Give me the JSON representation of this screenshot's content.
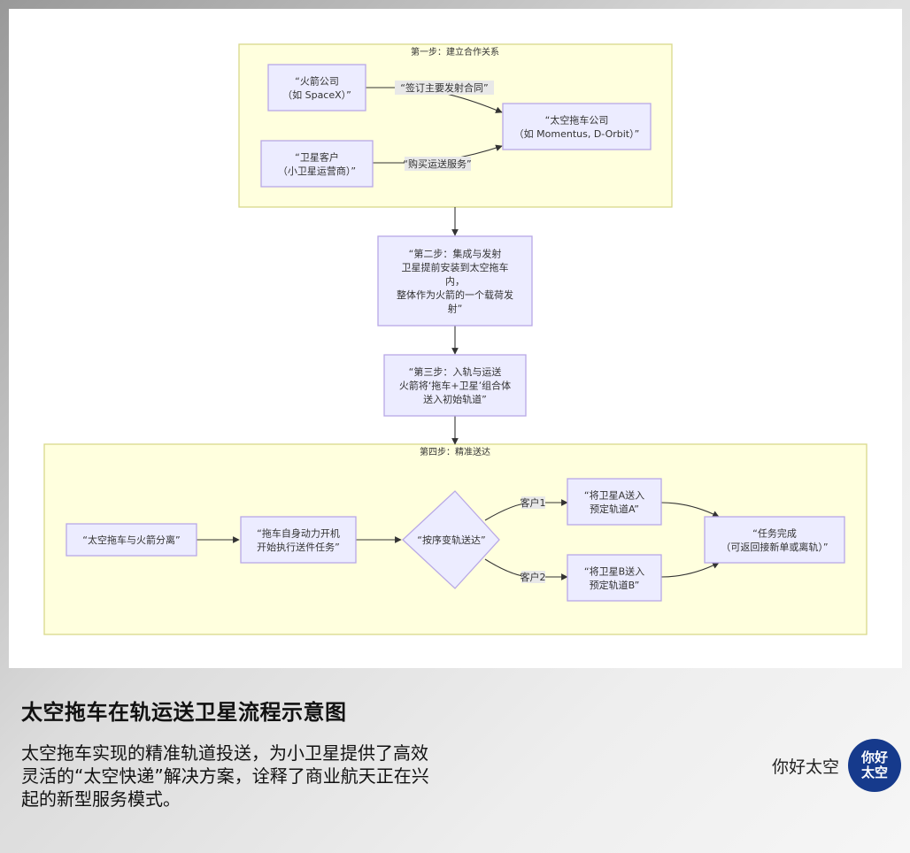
{
  "diagram": {
    "clusters": [
      {
        "id": "step1",
        "label": "第一步：建立合作关系"
      },
      {
        "id": "step4",
        "label": "第四步：精准送达"
      }
    ],
    "nodes": {
      "rocket": [
        "“火箭公司",
        "（如 SpaceX）”"
      ],
      "customer": [
        "“卫星客户",
        "（小卫星运营商）”"
      ],
      "tug": [
        "“太空拖车公司",
        "（如 Momentus, D-Orbit）”"
      ],
      "step2": [
        "“第二步：集成与发射",
        "卫星提前安装到太空拖车",
        "内，",
        "整体作为火箭的一个载荷发",
        "射”"
      ],
      "step3": [
        "“第三步：入轨与运送",
        "火箭将‘拖车+卫星’组合体",
        "送入初始轨道”"
      ],
      "separate": [
        "“太空拖车与火箭分离”"
      ],
      "power": [
        "“拖车自身动力开机",
        "开始执行送件任务”"
      ],
      "decision": [
        "“按序变轨送达”"
      ],
      "satA": [
        "“将卫星A送入",
        "预定轨道A”"
      ],
      "satB": [
        "“将卫星B送入",
        "预定轨道B”"
      ],
      "done": [
        "“任务完成",
        "（可返回接新单或离轨）”"
      ]
    },
    "edge_labels": {
      "contract": "“签订主要发射合同”",
      "buy": "“购买运送服务”",
      "client1": "客户1",
      "client2": "客户2"
    }
  },
  "caption": {
    "title": "太空拖车在轨运送卫星流程示意图",
    "description": "太空拖车实现的精准轨道投送，为小卫星提供了高效灵活的“太空快递”解决方案，诠释了商业航天正在兴起的新型服务模式。"
  },
  "brand": {
    "name": "你好太空",
    "logo_line1": "你好",
    "logo_line2": "太空",
    "logo_color": "#163a8c"
  }
}
